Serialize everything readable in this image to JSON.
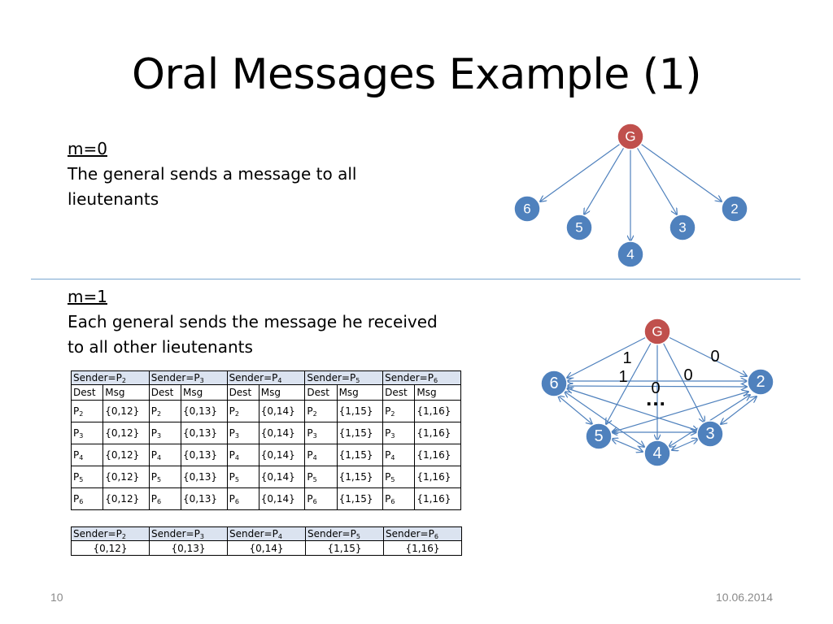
{
  "slide": {
    "title": "Oral Messages Example (1)",
    "page_number": "10",
    "date": "10.06.2014"
  },
  "section1": {
    "heading": "m=0",
    "line1": "The general sends a message to all",
    "line2": "lieutenants"
  },
  "section2": {
    "heading": "m=1",
    "line1": "Each general sends the message he received",
    "line2": "to all other lieutenants"
  },
  "graph_top": {
    "general": "G",
    "nodes": [
      "6",
      "5",
      "4",
      "3",
      "2"
    ]
  },
  "graph_bottom": {
    "general": "G",
    "nodes": [
      "6",
      "2",
      "5",
      "4",
      "3"
    ],
    "edge_labels": [
      "1",
      "0",
      "1",
      "0",
      "0"
    ],
    "ellipsis": "…"
  },
  "table": {
    "senders": [
      {
        "label": "Sender=P",
        "sub": "2"
      },
      {
        "label": "Sender=P",
        "sub": "3"
      },
      {
        "label": "Sender=P",
        "sub": "4"
      },
      {
        "label": "Sender=P",
        "sub": "5"
      },
      {
        "label": "Sender=P",
        "sub": "6"
      }
    ],
    "dest_label": "Dest",
    "msg_label": "Msg",
    "rows": [
      {
        "dest": "P",
        "sub": "2",
        "msgs": [
          "{0,12}",
          "{0,13}",
          "{0,14}",
          "{1,15}",
          "{1,16}"
        ]
      },
      {
        "dest": "P",
        "sub": "3",
        "msgs": [
          "{0,12}",
          "{0,13}",
          "{0,14}",
          "{1,15}",
          "{1,16}"
        ]
      },
      {
        "dest": "P",
        "sub": "4",
        "msgs": [
          "{0,12}",
          "{0,13}",
          "{0,14}",
          "{1,15}",
          "{1,16}"
        ]
      },
      {
        "dest": "P",
        "sub": "5",
        "msgs": [
          "{0,12}",
          "{0,13}",
          "{0,14}",
          "{1,15}",
          "{1,16}"
        ]
      },
      {
        "dest": "P",
        "sub": "6",
        "msgs": [
          "{0,12}",
          "{0,13}",
          "{0,14}",
          "{1,15}",
          "{1,16}"
        ]
      }
    ]
  },
  "summary": {
    "values": [
      "{0,12}",
      "{0,13}",
      "{0,14}",
      "{1,15}",
      "{1,16}"
    ]
  },
  "colors": {
    "general_node": "#c0504d",
    "lieutenant_node": "#4f81bd",
    "edge": "#4f81bd",
    "divider": "#7aa6d0",
    "header_fill": "#dbe3f0"
  }
}
